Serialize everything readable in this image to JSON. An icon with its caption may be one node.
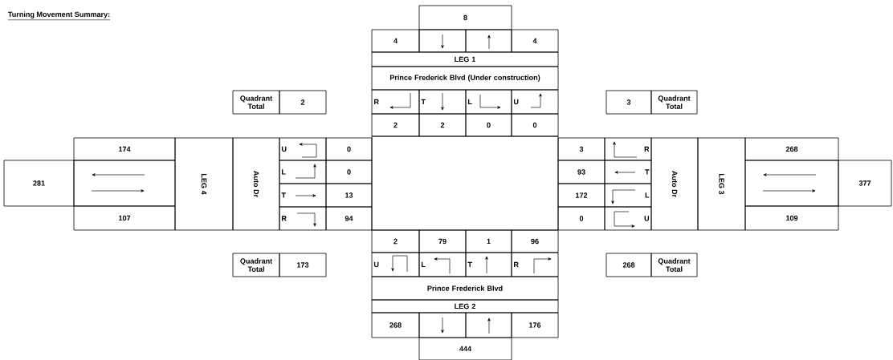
{
  "diagram": {
    "title": "Turning Movement Summary:",
    "nodes": [
      {
        "text": [],
        "shape": "box"
      }
    ],
    "labels": [
      "8",
      "4",
      "4",
      "LEG 1",
      "Prince Frederick Blvd (Under construction)",
      "Quadrant Total",
      "2",
      "R",
      "T",
      "L",
      "U",
      "3",
      "Quadrant Total",
      "2",
      "2",
      "0",
      "0",
      "174",
      "U",
      "0",
      "3",
      "R",
      "268",
      "281",
      "LEG 4",
      "Auto Dr",
      "L",
      "0",
      "93",
      "T",
      "Auto Dr",
      "LEG 3",
      "377",
      "T",
      "13",
      "172",
      "L",
      "107",
      "R",
      "94",
      "0",
      "U",
      "109",
      "2",
      "79",
      "1",
      "96",
      "Quadrant Total",
      "173",
      "U",
      "L",
      "T",
      "R",
      "268",
      "Quadrant Total",
      "Prince Frederick Blvd",
      "LEG 2",
      "268",
      "176",
      "444"
    ]
  }
}
